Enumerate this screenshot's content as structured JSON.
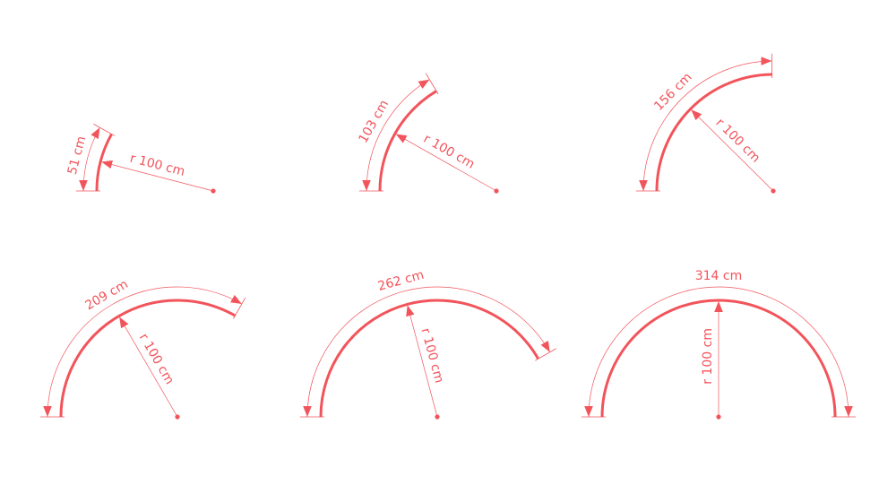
{
  "color": "#f2545b",
  "arcs": [
    {
      "length_label": "51 cm",
      "radius_label": "r 100 cm",
      "angle_deg": 29.2
    },
    {
      "length_label": "103 cm",
      "radius_label": "r 100 cm",
      "angle_deg": 59.0
    },
    {
      "length_label": "156 cm",
      "radius_label": "r 100 cm",
      "angle_deg": 89.4
    },
    {
      "length_label": "209 cm",
      "radius_label": "r 100 cm",
      "angle_deg": 119.7
    },
    {
      "length_label": "262 cm",
      "radius_label": "r 100 cm",
      "angle_deg": 150.1
    },
    {
      "length_label": "314 cm",
      "radius_label": "r 100 cm",
      "angle_deg": 180.0
    }
  ]
}
